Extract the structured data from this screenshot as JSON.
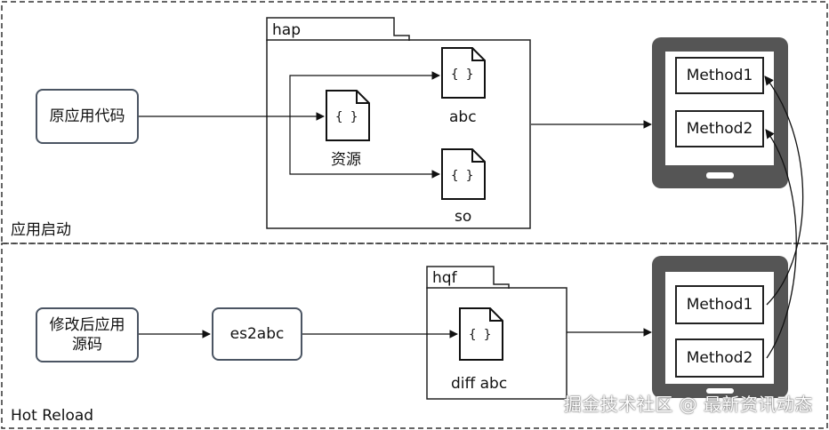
{
  "top_section": {
    "label": "应用启动",
    "source_box": "原应用代码",
    "package_tab": "hap",
    "files": {
      "resource": "资源",
      "abc": "abc",
      "so": "so"
    },
    "device_methods": [
      "Method1",
      "Method2"
    ]
  },
  "bottom_section": {
    "label": "Hot Reload",
    "source_box_line1": "修改后应用",
    "source_box_line2": "源码",
    "compiler_box": "es2abc",
    "package_tab": "hqf",
    "file_label": "diff abc",
    "device_methods": [
      "Method1",
      "Method2"
    ]
  },
  "file_icon_glyph": "{ }",
  "watermark": "掘金技术社区 @ 最新资讯动态",
  "colors": {
    "device_body": "#555555",
    "box_border": "#4b5563",
    "line": "#111111"
  }
}
